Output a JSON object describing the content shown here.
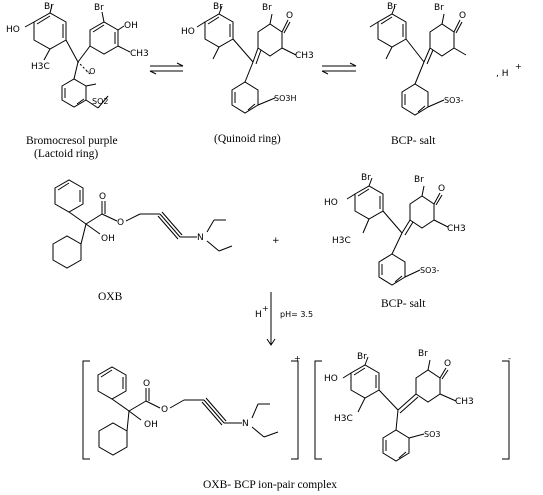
{
  "labels": {
    "bcp_name": "Bromocresol purple",
    "bcp_form": "(Lactoid ring)",
    "quinoid": "(Quinoid ring)",
    "bcp_salt": "BCP- salt",
    "oxb": "OXB",
    "bcp_salt2": "BCP- salt",
    "complex": "OXB- BCP ion-pair complex"
  },
  "reaction": {
    "plus": "+",
    "hplus": "H",
    "hplus_sup": "+",
    "ph": "pH= 3.5",
    "salt_hplus": ", H",
    "salt_hplus_sup": "+"
  },
  "atoms": {
    "br": "Br",
    "ho": "HO",
    "h3c": "H3C",
    "ch3": "CH3",
    "o": "O",
    "o_minus": "-O",
    "so2": "SO2",
    "so3h": "SO3H",
    "so3": "SO3",
    "so3_minus": "SO3-",
    "oh": "OH",
    "n": "N",
    "minus": "-",
    "plus": "+"
  }
}
